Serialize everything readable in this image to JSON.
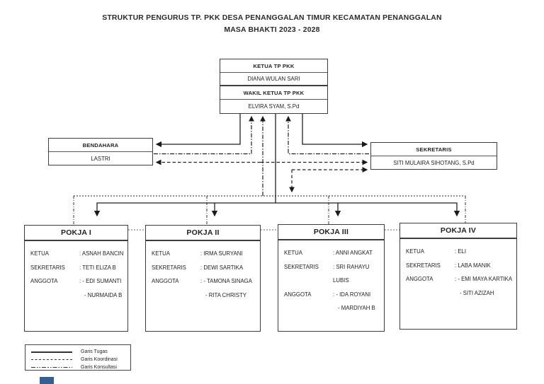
{
  "header": {
    "line1": "STRUKTUR PENGURUS TP. PKK DESA PENANGGALAN TIMUR KECAMATAN PENANGGALAN",
    "line2": "MASA BHAKTI 2023 - 2028"
  },
  "ketua_box": {
    "title1": "KETUA TP PKK",
    "name1": "DIANA WULAN SARI",
    "title2": "WAKIL KETUA TP PKK",
    "name2": "ELVIRA SYAM, S.Pd"
  },
  "bendahara": {
    "title": "BENDAHARA",
    "name": "LASTRI"
  },
  "sekretaris": {
    "title": "SEKRETARIS",
    "name": "SITI MULAIRA SIHOTANG, S.Pd"
  },
  "pokja": [
    {
      "title": "POKJA I",
      "rows": [
        {
          "label": "KETUA",
          "value": ": ASNAH BANCIN"
        },
        {
          "label": "SEKRETARIS",
          "value": ": TETI ELIZA B"
        },
        {
          "label": "ANGGOTA",
          "value": ": - EDI SUMANTI"
        },
        {
          "label": "",
          "value": "- NURMAIDA B"
        }
      ]
    },
    {
      "title": "POKJA II",
      "rows": [
        {
          "label": "KETUA",
          "value": ": IRMA SURYANI"
        },
        {
          "label": "SEKRETARIS",
          "value": ": DEWI SARTIKA"
        },
        {
          "label": "ANGGOTA",
          "value": ": - TAMONA SINAGA"
        },
        {
          "label": "",
          "value": "- RITA CHRISTY"
        }
      ]
    },
    {
      "title": "POKJA III",
      "rows": [
        {
          "label": "KETUA",
          "value": ": ANNI ANGKAT"
        },
        {
          "label": "SEKRETARIS",
          "value": ": SRI RAHAYU LUBIS"
        },
        {
          "label": "ANGGOTA",
          "value": ": - IDA ROYANI"
        },
        {
          "label": "",
          "value": "- MARDIYAH B"
        }
      ]
    },
    {
      "title": "POKJA IV",
      "rows": [
        {
          "label": "KETUA",
          "value": ": ELI"
        },
        {
          "label": "SEKRETARIS",
          "value": ": LABA MANIK"
        },
        {
          "label": "ANGGOTA",
          "value": ": - EMI MAYA KARTIKA"
        },
        {
          "label": "",
          "value": "- SITI AZIZAH"
        }
      ]
    }
  ],
  "legend": {
    "items": [
      {
        "style": "solid",
        "label": "Garis Tugas"
      },
      {
        "style": "dashed",
        "label": "Garis Koordinasi"
      },
      {
        "style": "dashdot",
        "label": "Garis Konsultasi"
      }
    ]
  },
  "colors": {
    "line": "#1f1f1f",
    "artifact_blue": "#355f92"
  }
}
